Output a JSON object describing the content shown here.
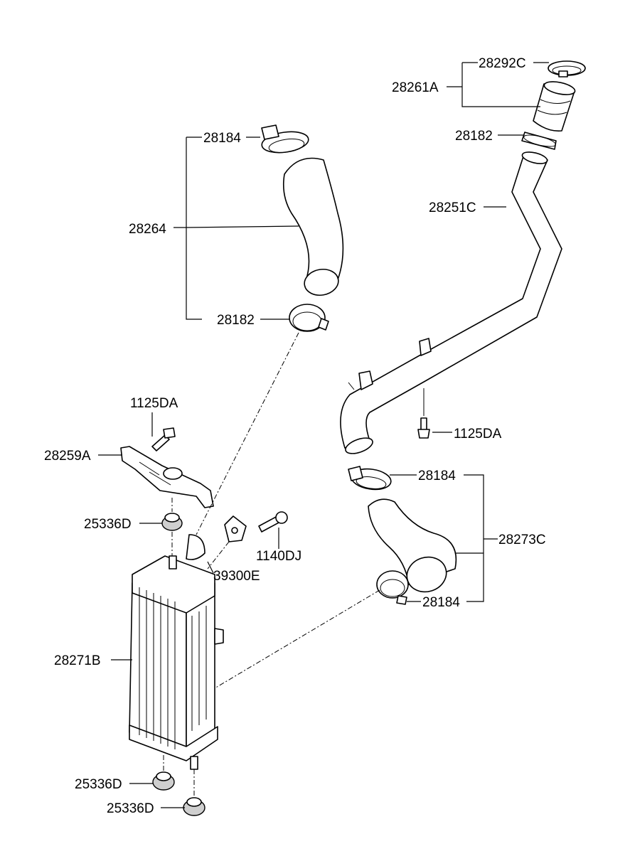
{
  "labels": {
    "p28292C": "28292C",
    "p28261A": "28261A",
    "p28182_top_right": "28182",
    "p28251C": "28251C",
    "p28184_top_left": "28184",
    "p28264": "28264",
    "p28182_left": "28182",
    "p1125DA_left": "1125DA",
    "p28259A": "28259A",
    "p25336D_upper": "25336D",
    "p1140DJ": "1140DJ",
    "p39300E": "39300E",
    "p1125DA_right": "1125DA",
    "p28184_right_upper": "28184",
    "p28273C": "28273C",
    "p28184_right_lower": "28184",
    "p28271B": "28271B",
    "p25336D_lower_1": "25336D",
    "p25336D_lower_2": "25336D"
  }
}
